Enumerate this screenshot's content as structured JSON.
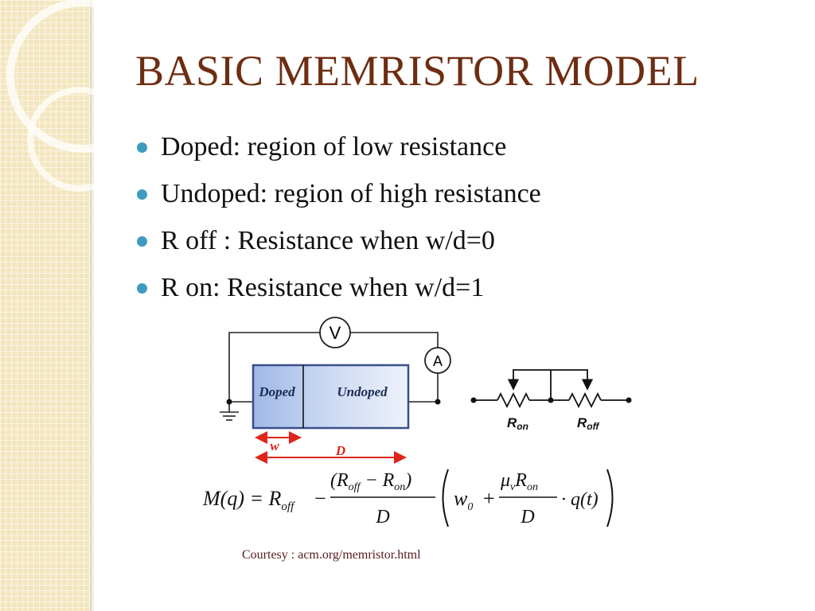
{
  "slide": {
    "title": "BASIC MEMRISTOR MODEL",
    "bullets": [
      {
        "text": "Doped: region of low resistance"
      },
      {
        "text": "Undoped: region of high resistance"
      },
      {
        "text": "R off : Resistance when w/d=0"
      },
      {
        "text": "R on: Resistance when w/d=1"
      }
    ],
    "courtesy": "Courtesy : acm.org/memristor.html"
  },
  "diagram": {
    "voltmeter_label": "V",
    "ammeter_label": "A",
    "doped_label": "Doped",
    "undoped_label": "Undoped",
    "w_label": "w",
    "D_label": "D",
    "r_on_label": "R",
    "r_on_sub": "on",
    "r_off_label": "R",
    "r_off_sub": "off",
    "equation": {
      "lhs": "M(q) = R",
      "lhs_sub": "off",
      "minus": "−",
      "num_open": "(R",
      "num_sub1": "off",
      "num_mid": " − R",
      "num_sub2": "on",
      "num_close": ")",
      "den1": "D",
      "w0": "w",
      "w0_sub": "0",
      "plus": "+",
      "mu": "μ",
      "mu_sub": "v",
      "mu_R": "R",
      "mu_R_sub": "on",
      "den2": "D",
      "qt": "· q(t)"
    }
  },
  "colors": {
    "title": "#6e2d12",
    "bullet_dot": "#3e9bc0",
    "arrow_red": "#e0251b",
    "side_strip": "#f3e6bf"
  }
}
